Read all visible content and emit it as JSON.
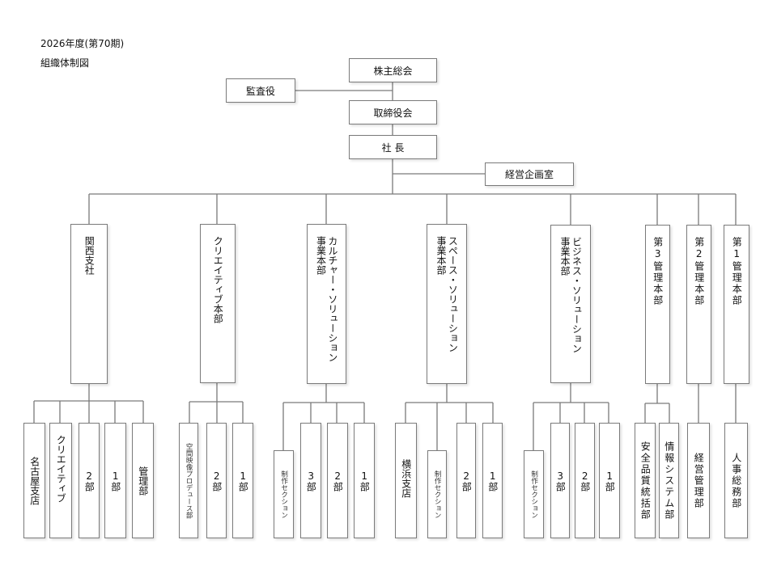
{
  "header": {
    "fiscal_year": "2026年度(第70期)",
    "title": "組織体制図"
  },
  "top": {
    "shareholders": "株主総会",
    "auditor": "監査役",
    "board": "取締役会",
    "president": "社 長",
    "planning": "経営企画室"
  },
  "divisions": [
    {
      "name": "関西支社",
      "units": [
        "名古屋支店",
        "クリエイティブ",
        "2部",
        "1部",
        "管理部"
      ]
    },
    {
      "name": "クリエイティブ本部",
      "units": [
        "空間映像プロデュース部",
        "2部",
        "1部"
      ]
    },
    {
      "name": "カルチャー・ソリューション\n事業本部",
      "units": [
        "制作セクション",
        "3部",
        "2部",
        "1部"
      ]
    },
    {
      "name": "スペース・ソリューション\n事業本部",
      "units": [
        "横浜支店",
        "制作セクション",
        "2部",
        "1部"
      ]
    },
    {
      "name": "ビジネス・ソリューション\n事業本部",
      "units": [
        "制作セクション",
        "3部",
        "2部",
        "1部"
      ]
    },
    {
      "name": "第3管理本部",
      "units": [
        "安全品質統括部",
        "情報システム部"
      ]
    },
    {
      "name": "第2管理本部",
      "units": [
        "経営管理部"
      ]
    },
    {
      "name": "第1管理本部",
      "units": [
        "人事総務部"
      ]
    }
  ]
}
